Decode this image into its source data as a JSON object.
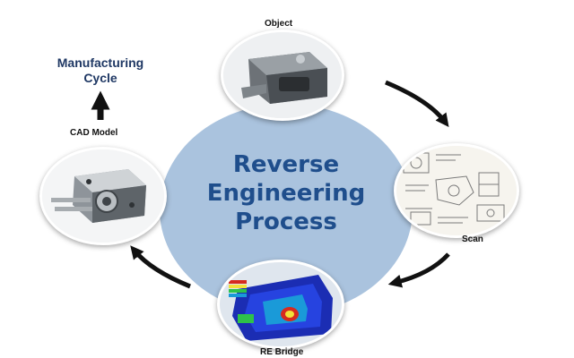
{
  "diagram": {
    "center_title": [
      "Reverse",
      "Engineering",
      "Process"
    ],
    "steps": {
      "object": "Object",
      "scan": "Scan",
      "re_bridge": "RE Bridge",
      "cad_model": "CAD Model"
    },
    "output": [
      "Manufacturing",
      "Cycle"
    ]
  },
  "colors": {
    "center_fill": "#aac3de",
    "title_text": "#1f4e8c",
    "arrow": "#111111"
  }
}
